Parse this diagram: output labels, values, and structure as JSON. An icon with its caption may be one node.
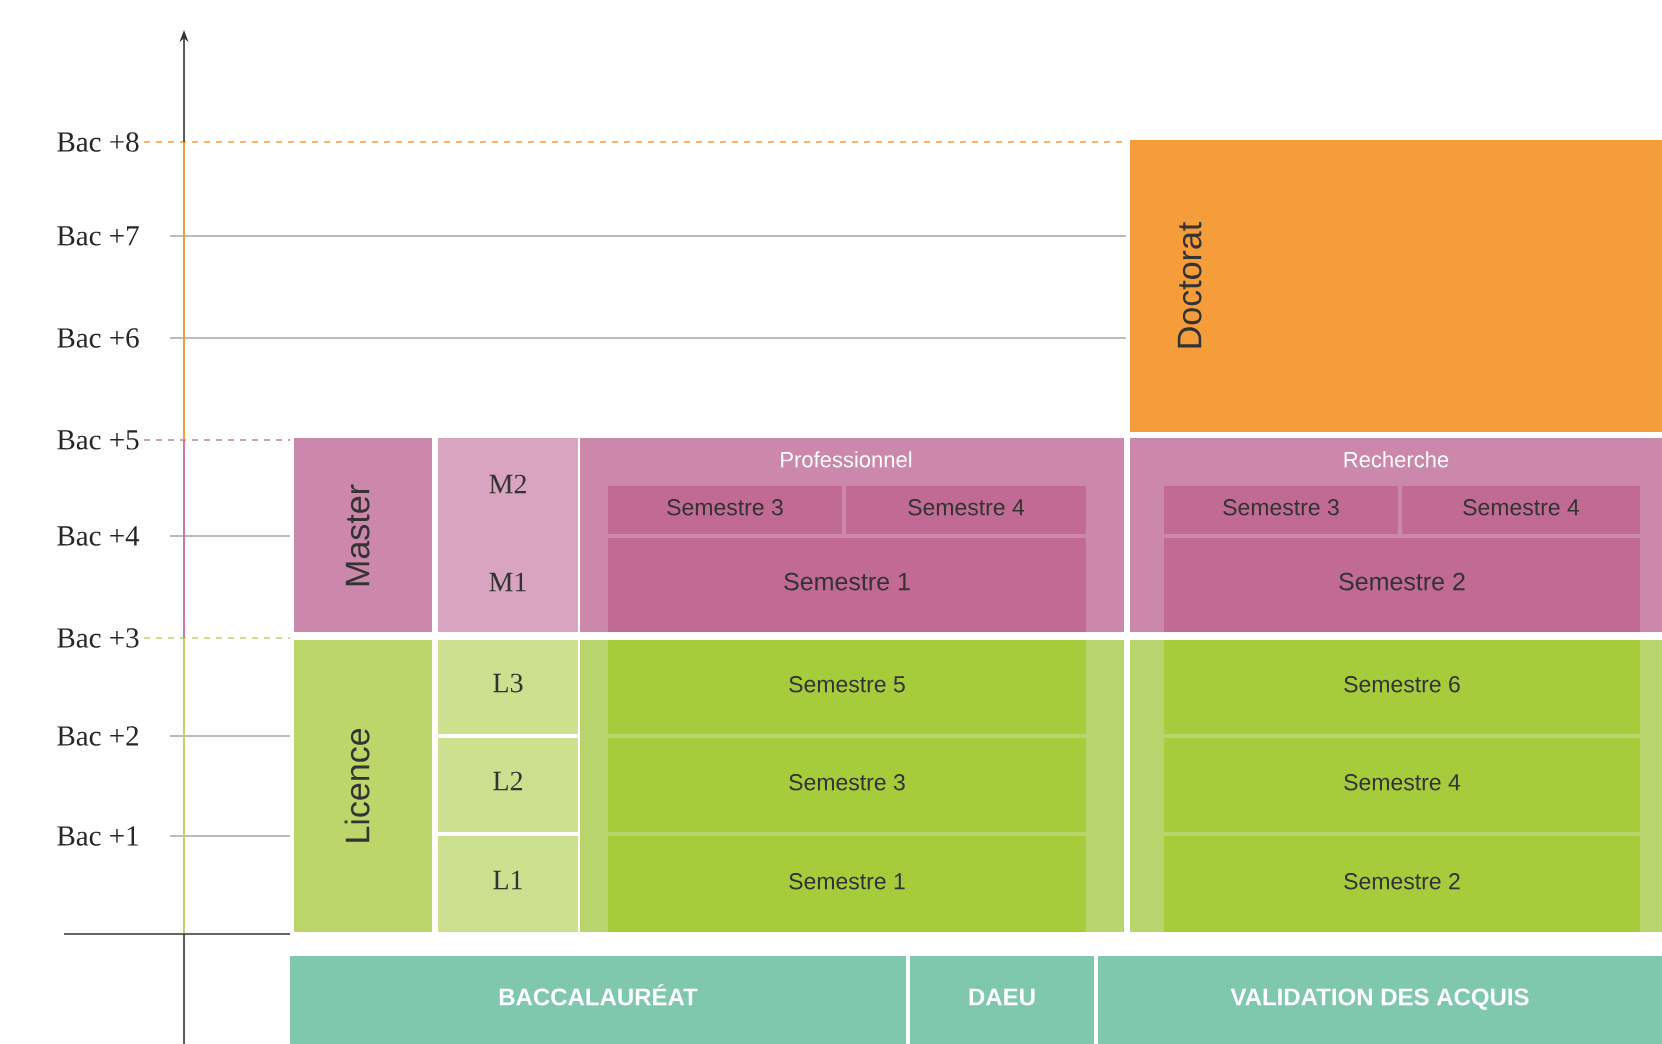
{
  "diagram": {
    "nodes": [
      {
        "text": [
          "Doctorat"
        ]
      },
      {
        "text": [
          "Master"
        ]
      },
      {
        "text": [
          "M2",
          "M1"
        ]
      },
      {
        "text": [
          "Professionnel"
        ]
      },
      {
        "text": [
          "Semestre 3"
        ],
        "in": 3
      },
      {
        "text": [
          "Semestre 4"
        ],
        "in": 3
      },
      {
        "text": [
          "Semestre 1"
        ],
        "in": 3
      },
      {
        "text": [
          "Recherche"
        ]
      },
      {
        "text": [
          "Semestre 3"
        ],
        "in": 7
      },
      {
        "text": [
          "Semestre 4"
        ],
        "in": 7
      },
      {
        "text": [
          "Semestre 2"
        ],
        "in": 7
      },
      {
        "text": [
          "Licence"
        ]
      },
      {
        "text": [
          "L3"
        ]
      },
      {
        "text": [
          "L2"
        ]
      },
      {
        "text": [
          "L1"
        ]
      },
      {
        "text": [],
        "shape": "box"
      },
      {
        "text": [
          "Semestre 5"
        ],
        "in": 15
      },
      {
        "text": [
          "Semestre 3"
        ],
        "in": 15
      },
      {
        "text": [
          "Semestre 1"
        ],
        "in": 15
      },
      {
        "text": [],
        "shape": "box"
      },
      {
        "text": [
          "Semestre 6"
        ],
        "in": 19
      },
      {
        "text": [
          "Semestre 4"
        ],
        "in": 19
      },
      {
        "text": [
          "Semestre 2"
        ],
        "in": 19
      },
      {
        "text": [
          "BACCALAURÉAT"
        ]
      },
      {
        "text": [
          "DAEU"
        ]
      },
      {
        "text": [
          "VALIDATION DES ACQUIS"
        ]
      }
    ],
    "labels": [
      "Bac +8",
      "Bac +7",
      "Bac +6",
      "Bac +5",
      "Bac +4",
      "Bac +3",
      "Bac +2",
      "Bac +1"
    ]
  }
}
